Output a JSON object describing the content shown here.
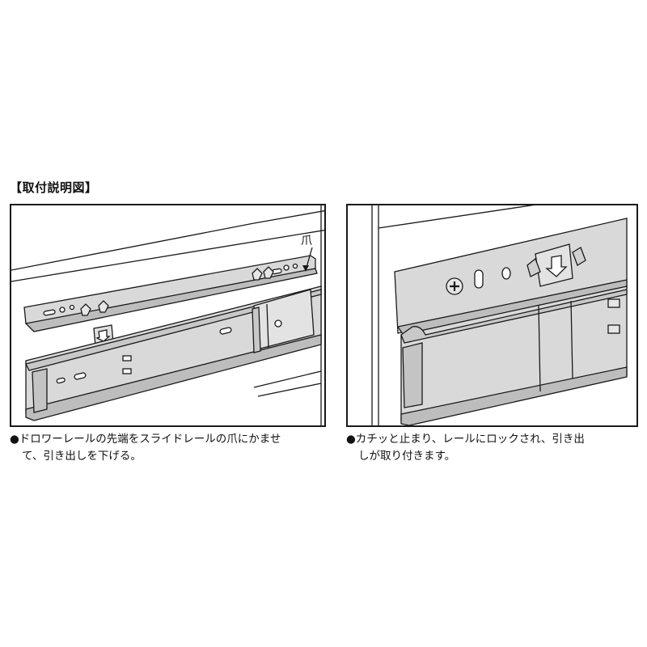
{
  "heading": "【取付説明図】",
  "figure_left": {
    "callout_label": "爪"
  },
  "caption_left": {
    "bullet": "●",
    "line1": "ドロワーレールの先端をスライドレールの爪にかませ",
    "line2": "て、引き出しを下げる。"
  },
  "caption_right": {
    "bullet": "●",
    "line1": "カチッと止まり、レールにロックされ、引き出",
    "line2": "しが取り付きます。"
  },
  "colors": {
    "rail_fill": "#d9d9d9",
    "rail_dark": "#bdbdbd",
    "line": "#1a1a1a",
    "panel_border": "#1a1a1a"
  }
}
